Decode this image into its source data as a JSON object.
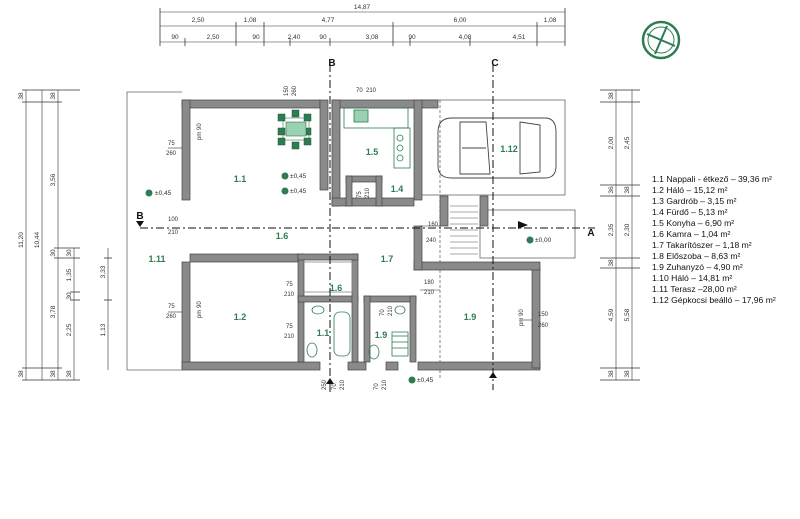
{
  "dims": {
    "top_total": "14,87",
    "top_row1": [
      "2,50",
      "1,08",
      "4,77",
      "6,00",
      "1,08"
    ],
    "top_row2": [
      "90",
      "2,50",
      "90",
      "2,40",
      "90",
      "3,08",
      "90",
      "4,08",
      "4,51"
    ],
    "left_outer": [
      "38",
      "11,20",
      "38"
    ],
    "left_mid": [
      "10,44"
    ],
    "left_inner": [
      "38",
      "3,56",
      "30",
      "3,78",
      "38"
    ],
    "left_inner2": [
      "30",
      "1,35",
      "30",
      "2,25",
      "38"
    ],
    "left_extra": [
      "3,33",
      "1,13"
    ],
    "right_inner": [
      "38",
      "2,00",
      "36",
      "2,35",
      "38",
      "4,59",
      "38"
    ],
    "right_outer": [
      "2,45",
      "38",
      "2,30",
      "5,58",
      "38"
    ]
  },
  "door_labels": {
    "d1": [
      "75",
      "260"
    ],
    "d2": [
      "150",
      "260"
    ],
    "d3": [
      "70",
      "210"
    ],
    "d4": [
      "100",
      "210"
    ],
    "d5": [
      "75",
      "260"
    ],
    "d6": [
      "75",
      "210"
    ],
    "d7": [
      "75",
      "210"
    ],
    "d8": [
      "75",
      "210"
    ],
    "d9": [
      "160",
      "240"
    ],
    "d10": [
      "180",
      "210"
    ],
    "d11": [
      "150",
      "260"
    ],
    "d12": [
      "70",
      "210"
    ],
    "d13": [
      "70",
      "210"
    ],
    "d14": [
      "70",
      "210"
    ],
    "d15": [
      "250",
      "210"
    ],
    "pm1": "pm 90",
    "pm2": "pm 90",
    "pm3": "pm 90"
  },
  "levels": [
    "±0,45",
    "±0,45",
    "±0,45",
    "±0,45",
    "±0,00"
  ],
  "axes": [
    "B",
    "C",
    "B",
    "A"
  ],
  "rooms": [
    "1.1",
    "1.2",
    "1.4",
    "1.5",
    "1.6",
    "1.6",
    "1.7",
    "1.9",
    "1.9",
    "1.11",
    "1.12",
    "1.1"
  ],
  "legend": [
    "1.1 Nappali - étkező – 39,36 m²",
    "1.2 Háló – 15,12 m²",
    "1.3 Gardrób – 3,15 m²",
    "1.4 Fürdő – 5,13 m²",
    "1.5 Konyha – 6,90 m²",
    "1.6 Kamra – 1,04 m²",
    "1.7 Takarítószer – 1,18 m²",
    "1.8 Előszoba – 8,63 m²",
    "1.9 Zuhanyzó – 4,90 m²",
    "1.10 Háló – 14,81 m²",
    "1.11 Terasz –28,00 m²",
    "1.12 Gépkocsi beálló – 17,96 m²"
  ],
  "colors": {
    "wall": "#555555",
    "wall_fill": "#8a8a8a",
    "room_label": "#2e7d52",
    "fixture": "#2e7d52"
  }
}
